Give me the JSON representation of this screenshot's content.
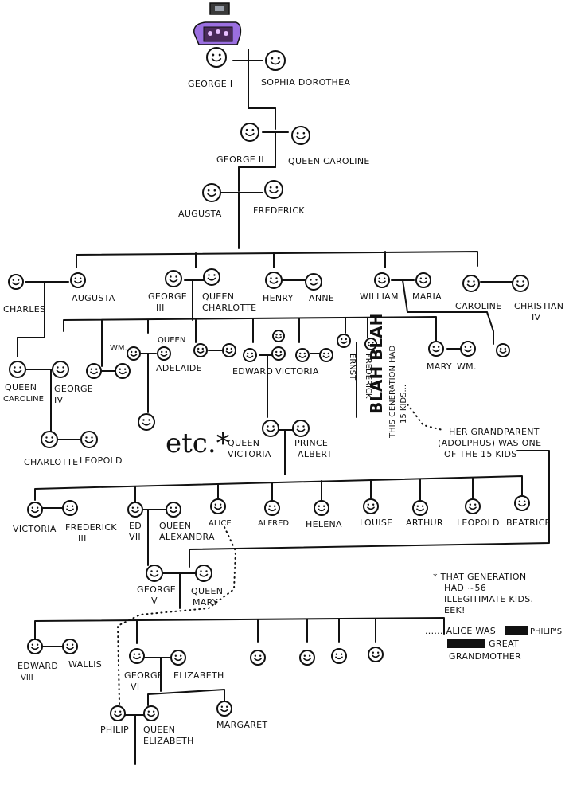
{
  "people": {
    "george1": "GEORGE I",
    "sophia": "SOPHIA DOROTHEA",
    "george2": "GEORGE II",
    "caroline_q": "QUEEN CAROLINE",
    "augusta1": "AUGUSTA",
    "frederick1": "FREDERICK",
    "charles": "CHARLES",
    "augusta2": "AUGUSTA",
    "george3": [
      "GEORGE",
      "III"
    ],
    "charlotte_q": [
      "QUEEN",
      "CHARLOTTE"
    ],
    "henry": "HENRY",
    "anne": "ANNE",
    "william": "WILLIAM",
    "maria": "MARIA",
    "caroline2": "CAROLINE",
    "christian": [
      "CHRISTIAN",
      "IV"
    ],
    "caroline_q2": [
      "QUEEN",
      "CAROLINE"
    ],
    "george4": [
      "GEORGE",
      "IV"
    ],
    "wm": "WM.",
    "adelaide_q": [
      "QUEEN",
      "ADELAIDE"
    ],
    "edward": "EDWARD",
    "victoria_m": "VICTORIA",
    "ernst": "ERNST",
    "frederick2": "FREDERICK",
    "mary": "MARY",
    "wm2": "WM.",
    "charlotte": "CHARLOTTE",
    "leopold1": "LEOPOLD",
    "victoria_q": [
      "QUEEN",
      "VICTORIA"
    ],
    "albert": [
      "PRINCE",
      "ALBERT"
    ],
    "victoria_c": "VICTORIA",
    "frederick3": [
      "FREDERICK",
      "III"
    ],
    "ed7": [
      "ED",
      "VII"
    ],
    "alexandra_q": [
      "QUEEN",
      "ALEXANDRA"
    ],
    "alice": "ALICE",
    "alfred": "ALFRED",
    "helena": "HELENA",
    "louise": "LOUISE",
    "arthur": "ARTHUR",
    "leopold2": "LEOPOLD",
    "beatrice": "BEATRICE",
    "george5": [
      "GEORGE",
      "V"
    ],
    "mary_q": [
      "QUEEN",
      "MARY"
    ],
    "edward8": [
      "EDWARD",
      "VIII"
    ],
    "wallis": "WALLIS",
    "george6": [
      "GEORGE",
      "VI"
    ],
    "elizabeth": "ELIZABETH",
    "philip": "PHILIP",
    "elizabeth_q": [
      "QUEEN",
      "ELIZABETH"
    ],
    "margaret": "MARGARET"
  },
  "annotations": {
    "etc": "etc.*",
    "blah": "BLAH BLAH",
    "blah_note": [
      "THIS GENERATION HAD",
      "15 KIDS..."
    ],
    "grandparent_note": [
      "HER GRANDPARENT",
      "(ADOLPHUS) WAS ONE",
      "OF THE 15 KIDS"
    ],
    "footnote": [
      "* THAT GENERATION",
      "HAD ~56",
      "ILLEGITIMATE KIDS.",
      "EEK!"
    ],
    "dotted_note": [
      "...... ALICE WAS",
      "PHILIP'S",
      "GREAT",
      "GRANDMOTHER"
    ]
  }
}
